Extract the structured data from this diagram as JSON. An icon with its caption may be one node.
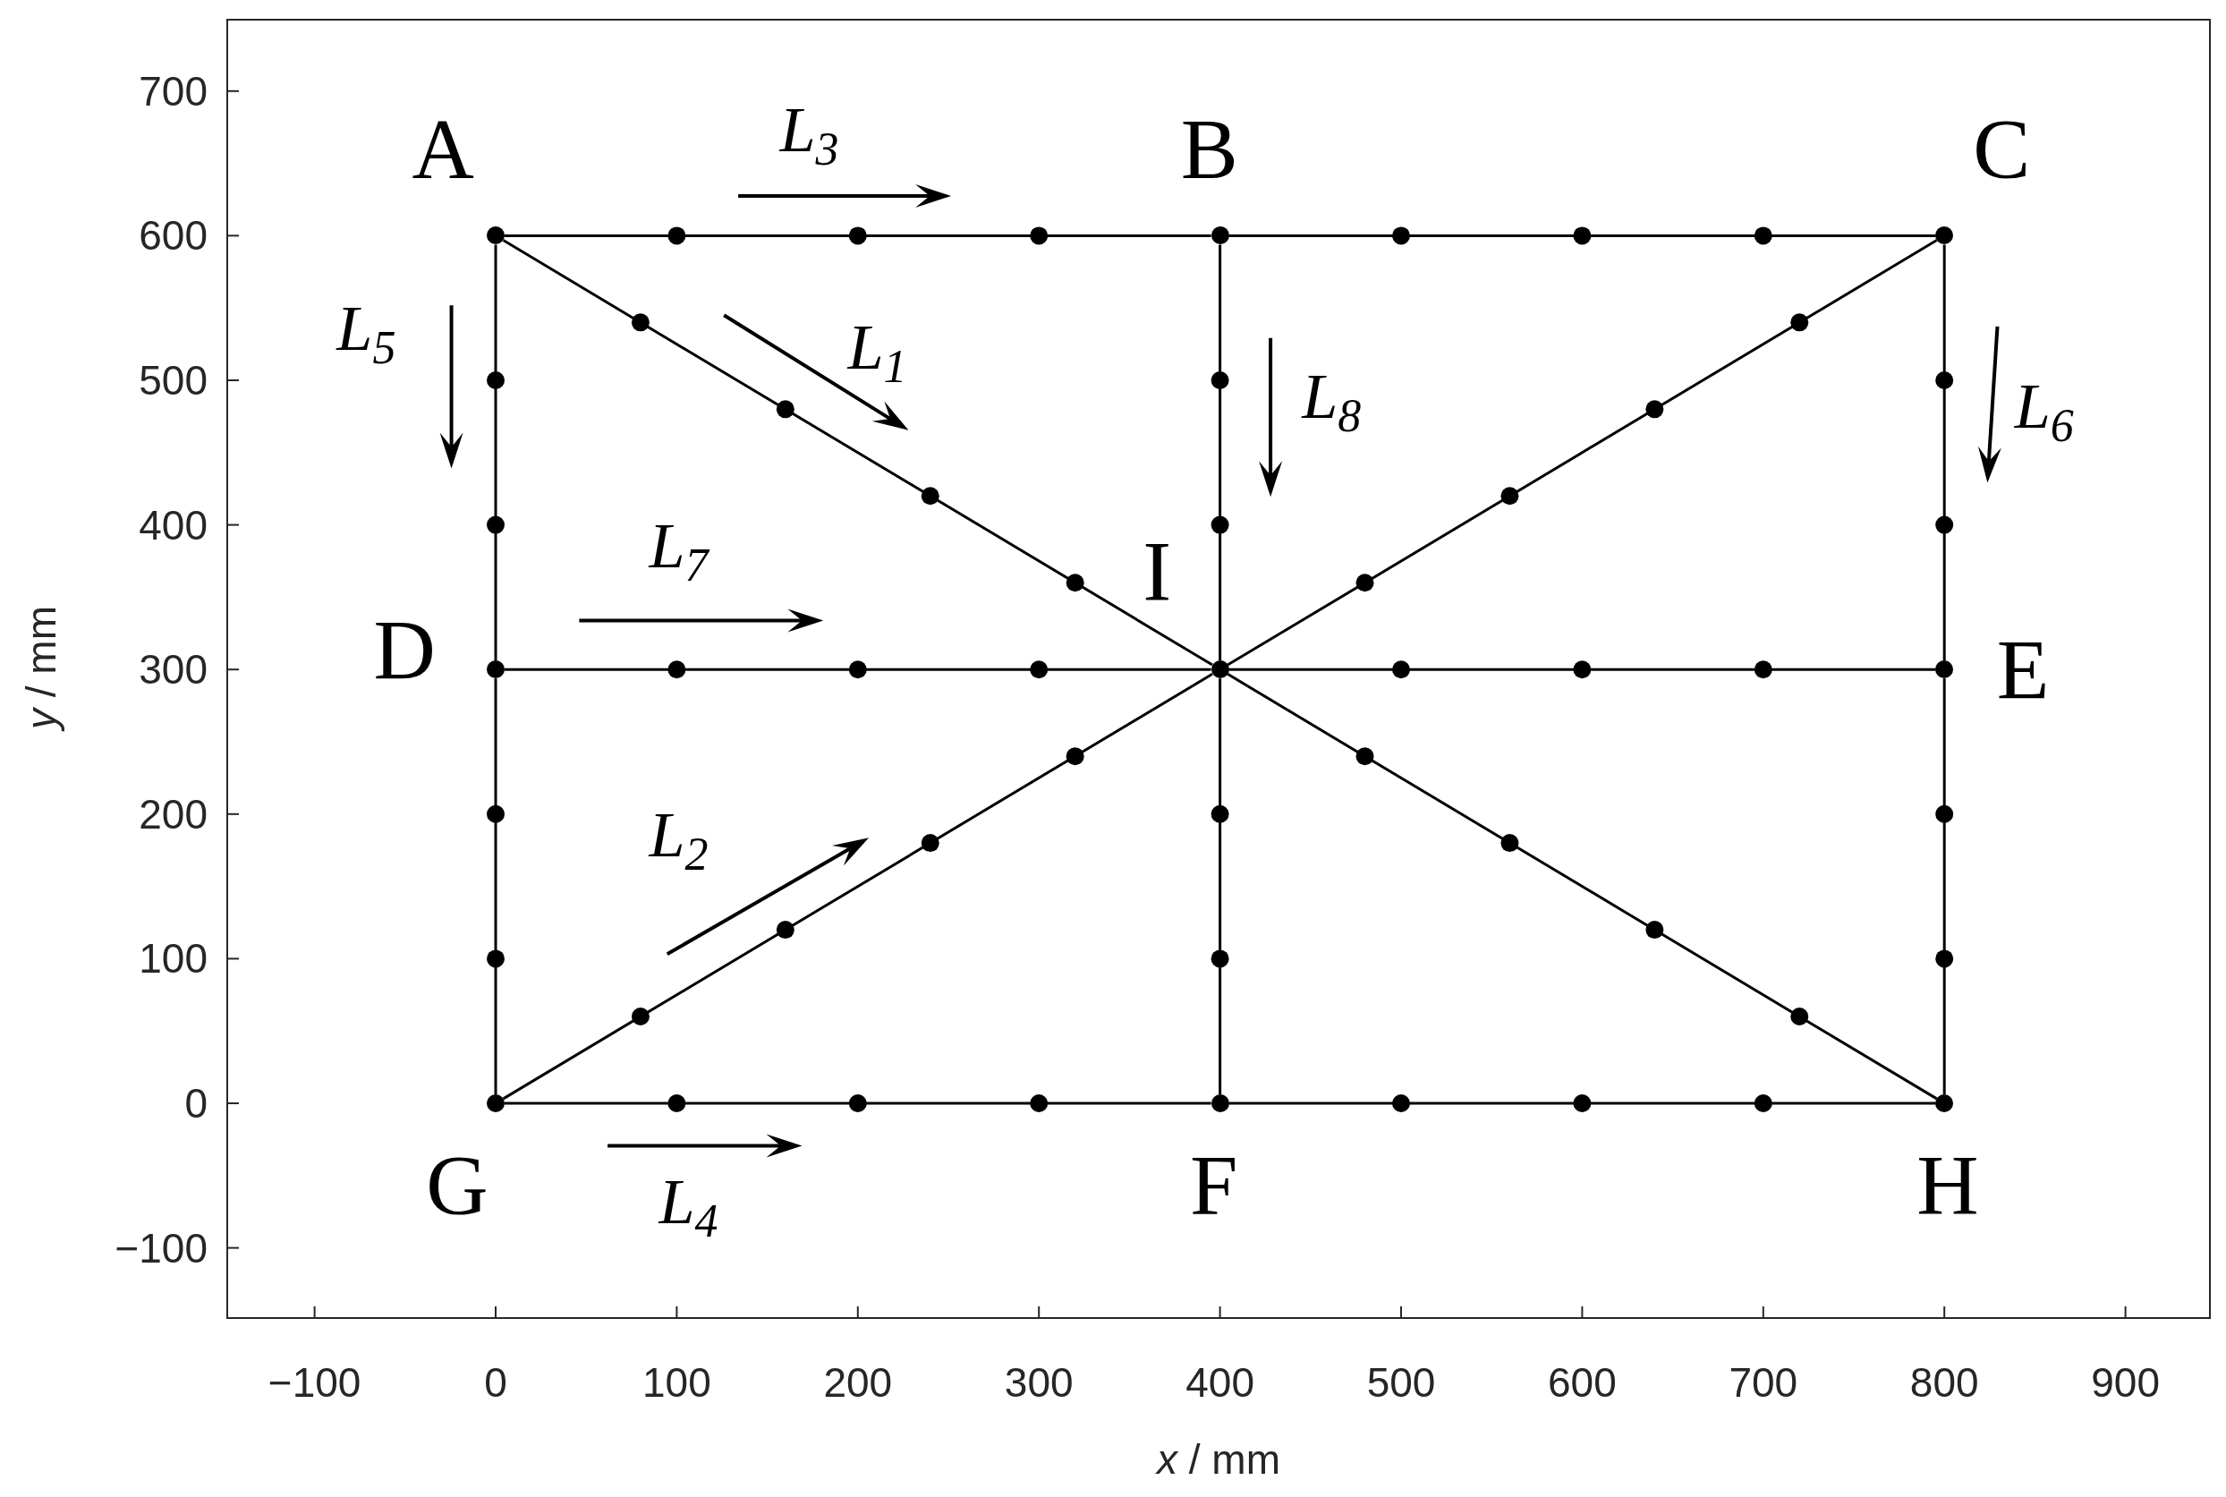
{
  "diagram": {
    "nodes": [
      {
        "text": [],
        "shape": "circle",
        "beside": [
          "A"
        ]
      },
      {
        "text": [],
        "shape": "circle",
        "beside": [
          "B"
        ]
      },
      {
        "text": [],
        "shape": "circle",
        "beside": [
          "C"
        ]
      },
      {
        "text": [],
        "shape": "circle",
        "beside": [
          "I"
        ]
      },
      {
        "text": [],
        "shape": "circle",
        "beside": [
          "D"
        ]
      },
      {
        "text": [],
        "shape": "circle",
        "beside": [
          "E"
        ]
      },
      {
        "text": [],
        "shape": "circle",
        "beside": [
          "G"
        ]
      },
      {
        "text": [],
        "shape": "circle",
        "beside": [
          "F"
        ]
      },
      {
        "text": [],
        "shape": "circle",
        "beside": [
          "H"
        ]
      }
    ],
    "edges": [
      {
        "from": 0,
        "to": 1,
        "arrow": "none"
      },
      {
        "from": 1,
        "to": 2,
        "arrow": "none"
      },
      {
        "from": 0,
        "to": 4,
        "arrow": "none"
      },
      {
        "from": 4,
        "to": 6,
        "arrow": "none"
      },
      {
        "from": 6,
        "to": 7,
        "arrow": "none"
      },
      {
        "from": 7,
        "to": 8,
        "arrow": "none"
      },
      {
        "from": 2,
        "to": 5,
        "arrow": "none"
      },
      {
        "from": 5,
        "to": 8,
        "arrow": "none"
      },
      {
        "from": 4,
        "to": 3,
        "arrow": "none"
      },
      {
        "from": 3,
        "to": 5,
        "arrow": "none"
      },
      {
        "from": 1,
        "to": 3,
        "arrow": "none"
      },
      {
        "from": 3,
        "to": 7,
        "arrow": "none"
      },
      {
        "from": 0,
        "to": 3,
        "arrow": "none"
      },
      {
        "from": 3,
        "to": 8,
        "arrow": "none"
      },
      {
        "from": 6,
        "to": 3,
        "arrow": "none"
      },
      {
        "from": 3,
        "to": 2,
        "arrow": "none"
      }
    ],
    "labels": [
      "700",
      "600",
      "500",
      "400",
      "300",
      "200",
      "100",
      "0",
      "−100",
      "−100",
      "0",
      "100",
      "200",
      "300",
      "400",
      "500",
      "600",
      "700",
      "800",
      "900",
      "*x* / mm",
      "*y* / mm",
      "L$_{3}$",
      "L$_{5}$",
      "L$_{1}$",
      "L$_{8}$",
      "L$_{6}$",
      "L$_{7}$",
      "L$_{2}$",
      "L$_{4}$"
    ]
  }
}
